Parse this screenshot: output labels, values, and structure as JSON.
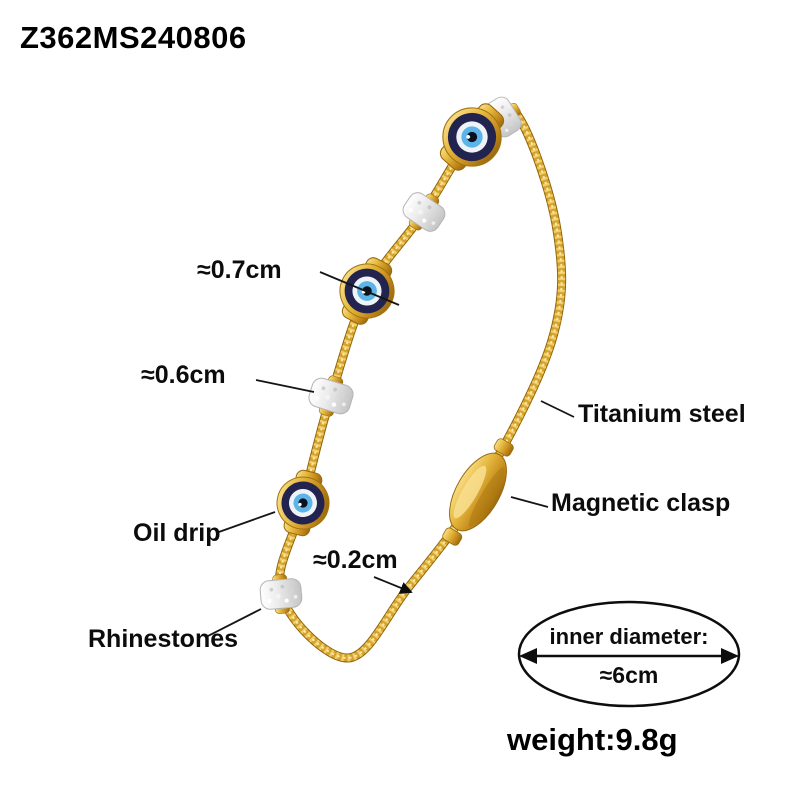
{
  "product_code": "Z362MS240806",
  "callouts": {
    "bead_size": "≈0.7cm",
    "rhinestone_size": "≈0.6cm",
    "material": "Titanium steel",
    "clasp": "Magnetic clasp",
    "oil_drip": "Oil drip",
    "wire_diameter": "≈0.2cm",
    "rhinestones": "Rhinestones"
  },
  "inner_diameter": {
    "label": "inner diameter:",
    "value": "≈6cm"
  },
  "weight": "weight:9.8g",
  "colors": {
    "gold": "#D9A62C",
    "gold_dark": "#9A6E10",
    "rhinestone_silver": "#E8E8E8",
    "eye_navy": "#23234F",
    "eye_blue": "#5CB5E6",
    "annotation_black": "#111111",
    "background": "#FFFFFF"
  }
}
